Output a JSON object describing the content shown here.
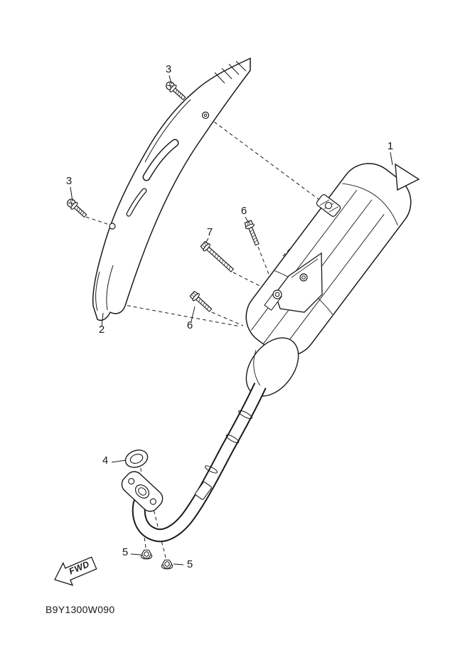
{
  "diagram": {
    "code": "B9Y1300W090",
    "fwd_label": "FWD",
    "callouts": [
      "1",
      "2",
      "3",
      "3",
      "4",
      "5",
      "5",
      "6",
      "6",
      "7"
    ],
    "colors": {
      "line": "#1a1a1a",
      "background": "#ffffff"
    }
  }
}
